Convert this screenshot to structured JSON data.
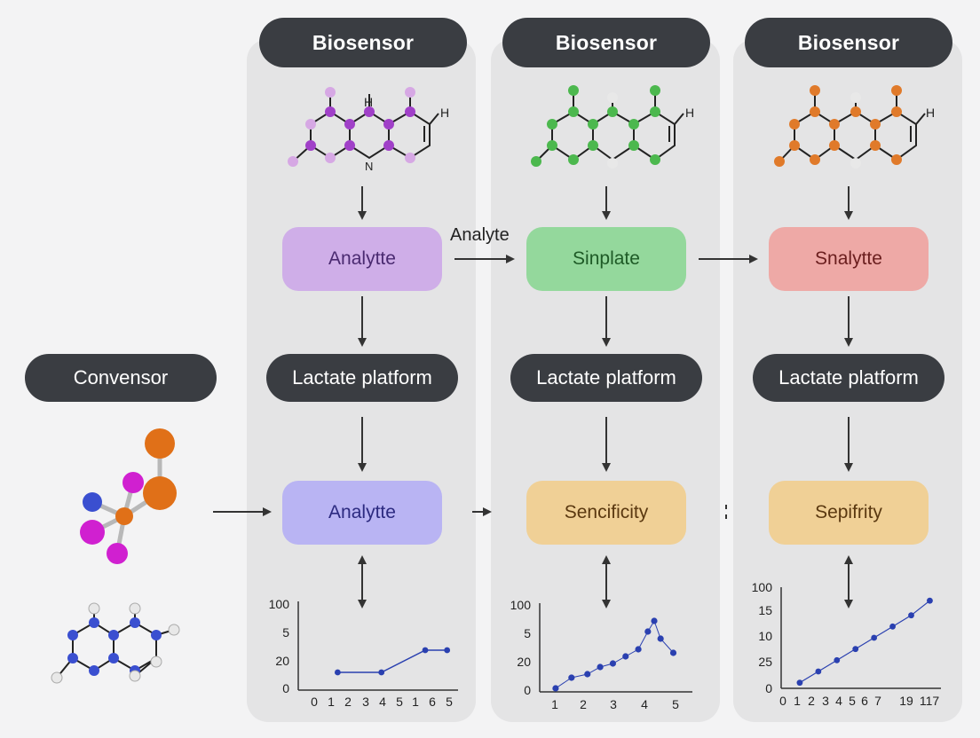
{
  "columns": [
    {
      "title": "Biosensor",
      "box1": {
        "label": "Analytte",
        "bg": "#cfaee8",
        "fg": "#4a2a70"
      },
      "platform": "Lactate platform",
      "box2": {
        "label": "Analytte",
        "bg": "#b9b4f3",
        "fg": "#2c2a80"
      },
      "molecule_color": "#a040c8",
      "molecule_labels": [
        "H",
        "H",
        "N"
      ],
      "chart": {
        "y_ticks": [
          "100",
          "5",
          "20",
          "0"
        ],
        "x_ticks": [
          "0",
          "1",
          "2",
          "3",
          "4",
          "5",
          "1",
          "6",
          "5"
        ]
      }
    },
    {
      "title": "Biosensor",
      "box1": {
        "label": "Sinplate",
        "bg": "#94d89c",
        "fg": "#1e5a26"
      },
      "platform": "Lactate platform",
      "box2": {
        "label": "Sencificity",
        "bg": "#f0d096",
        "fg": "#5a3810"
      },
      "molecule_color": "#4cb84e",
      "molecule_labels": [
        "H"
      ],
      "chart": {
        "y_ticks": [
          "100",
          "5",
          "20",
          "0"
        ],
        "x_ticks": [
          "1",
          "2",
          "3",
          "4",
          "5"
        ]
      }
    },
    {
      "title": "Biosensor",
      "box1": {
        "label": "Snalytte",
        "bg": "#eea9a6",
        "fg": "#6a1e1e"
      },
      "platform": "Lactate platform",
      "box2": {
        "label": "Sepifrity",
        "bg": "#f0d096",
        "fg": "#5a3810"
      },
      "molecule_color": "#e07a2a",
      "molecule_labels": [
        "H"
      ],
      "chart": {
        "y_ticks": [
          "100",
          "15",
          "10",
          "25",
          "0"
        ],
        "x_ticks": [
          "0",
          "1",
          "2",
          "3",
          "4",
          "5",
          "6",
          "7",
          "19",
          "117"
        ]
      }
    }
  ],
  "left": {
    "title": "Convensor"
  },
  "connector_label": "Analyte",
  "chart_data": [
    {
      "type": "line",
      "x": [
        1,
        3,
        5,
        6
      ],
      "y": [
        20,
        20,
        45,
        45
      ],
      "series_color": "#2a40b0"
    },
    {
      "type": "scatter",
      "x": [
        1,
        1.5,
        2,
        2.4,
        2.8,
        3.2,
        3.6,
        3.9,
        4.1,
        4.3,
        4.7
      ],
      "y": [
        2,
        8,
        10,
        14,
        16,
        20,
        24,
        34,
        40,
        30,
        22
      ],
      "series_color": "#2a40b0"
    },
    {
      "type": "line",
      "x": [
        1,
        2,
        3,
        4,
        5,
        6,
        7,
        8
      ],
      "y": [
        5,
        15,
        25,
        35,
        45,
        55,
        65,
        78
      ],
      "series_color": "#2a40b0"
    }
  ]
}
